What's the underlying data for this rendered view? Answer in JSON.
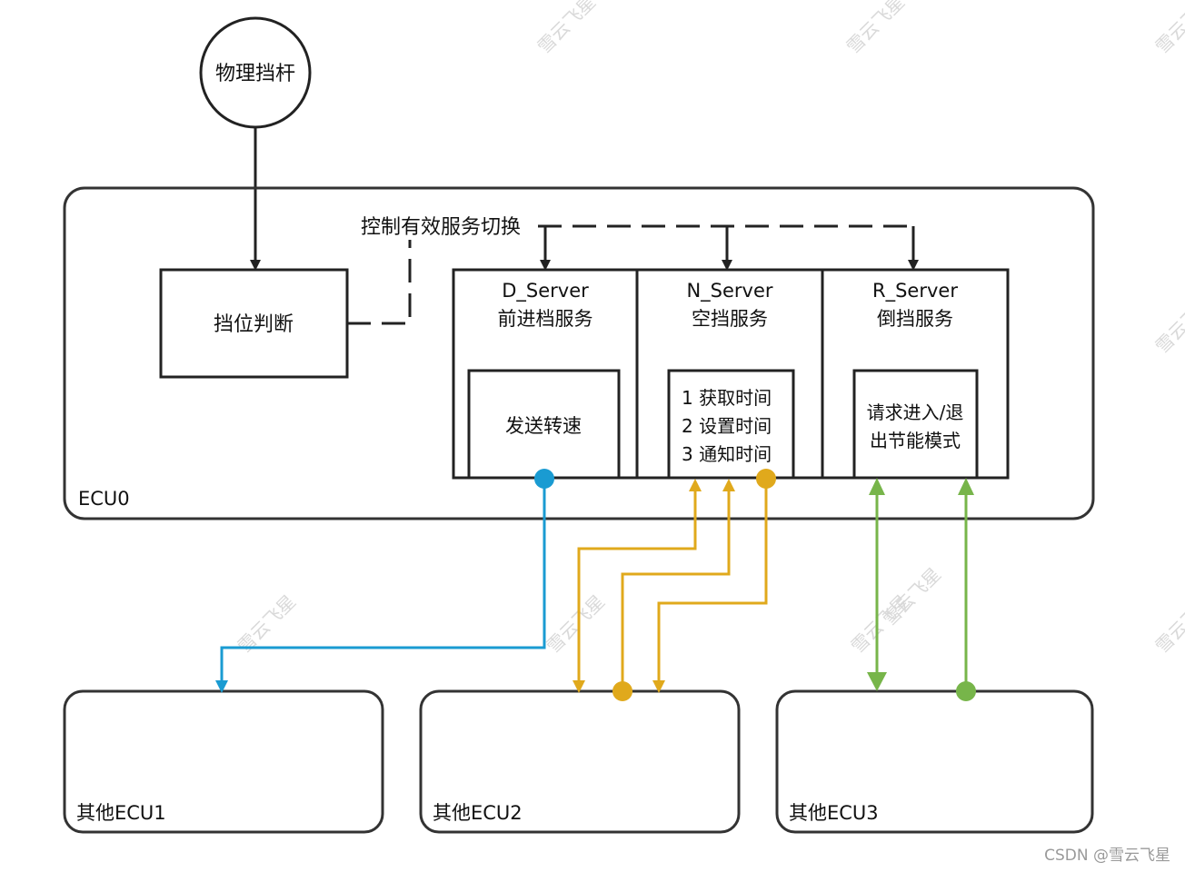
{
  "nodes": {
    "physical_lever": "物理挡杆",
    "gear_judgement": "挡位判断",
    "control_switch_label": "控制有效服务切换",
    "ecu0": "ECU0",
    "d_server": {
      "name": "D_Server",
      "desc": "前进档服务",
      "inner": "发送转速"
    },
    "n_server": {
      "name": "N_Server",
      "desc": "空挡服务",
      "inner": [
        "1 获取时间",
        "2 设置时间",
        "3 通知时间"
      ]
    },
    "r_server": {
      "name": "R_Server",
      "desc": "倒挡服务",
      "inner": [
        "请求进入/退",
        "出节能模式"
      ]
    },
    "ecu1": "其他ECU1",
    "ecu2": "其他ECU2",
    "ecu3": "其他ECU3"
  },
  "colors": {
    "line": "#222222",
    "blue": "#1a9bd2",
    "gold": "#e0a91c",
    "green": "#77b54a",
    "watermark": "#d9d9d9"
  },
  "watermark_text": "雪云飞星",
  "credit": "CSDN @雪云飞星"
}
